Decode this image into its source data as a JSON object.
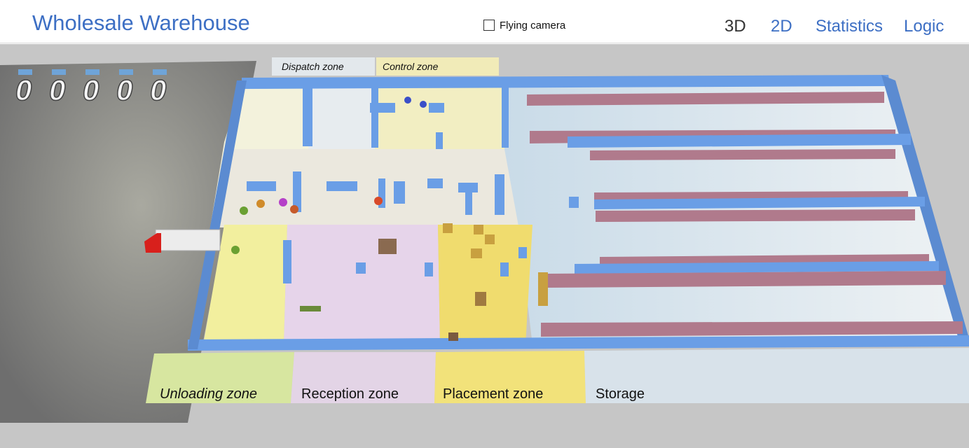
{
  "header": {
    "title": "Wholesale Warehouse",
    "flying_camera_label": "Flying camera",
    "flying_camera_checked": false,
    "nav": [
      {
        "label": "3D",
        "color": "#333333"
      },
      {
        "label": "2D",
        "color": "#3d6fc4"
      },
      {
        "label": "Statistics",
        "color": "#3d6fc4"
      },
      {
        "label": "Logic",
        "color": "#3d6fc4"
      }
    ]
  },
  "scene": {
    "counters": [
      "0",
      "0",
      "0",
      "0",
      "0"
    ],
    "zones": {
      "dispatch": "Dispatch zone",
      "control": "Control zone",
      "unloading": "Unloading zone",
      "reception": "Reception zone",
      "placement": "Placement zone",
      "storage": "Storage"
    },
    "colors": {
      "wall": "#6a9ee6",
      "shelf": "#b07a8c",
      "unloading": "#f2ef9e",
      "reception": "#e6d4ea",
      "placement": "#f0dc6e",
      "storage": "#d6e4ee",
      "dispatch": "#e7ecef",
      "control": "#f2eec2",
      "yard": "#7c7c7c",
      "truck_cab": "#d8201c"
    }
  }
}
